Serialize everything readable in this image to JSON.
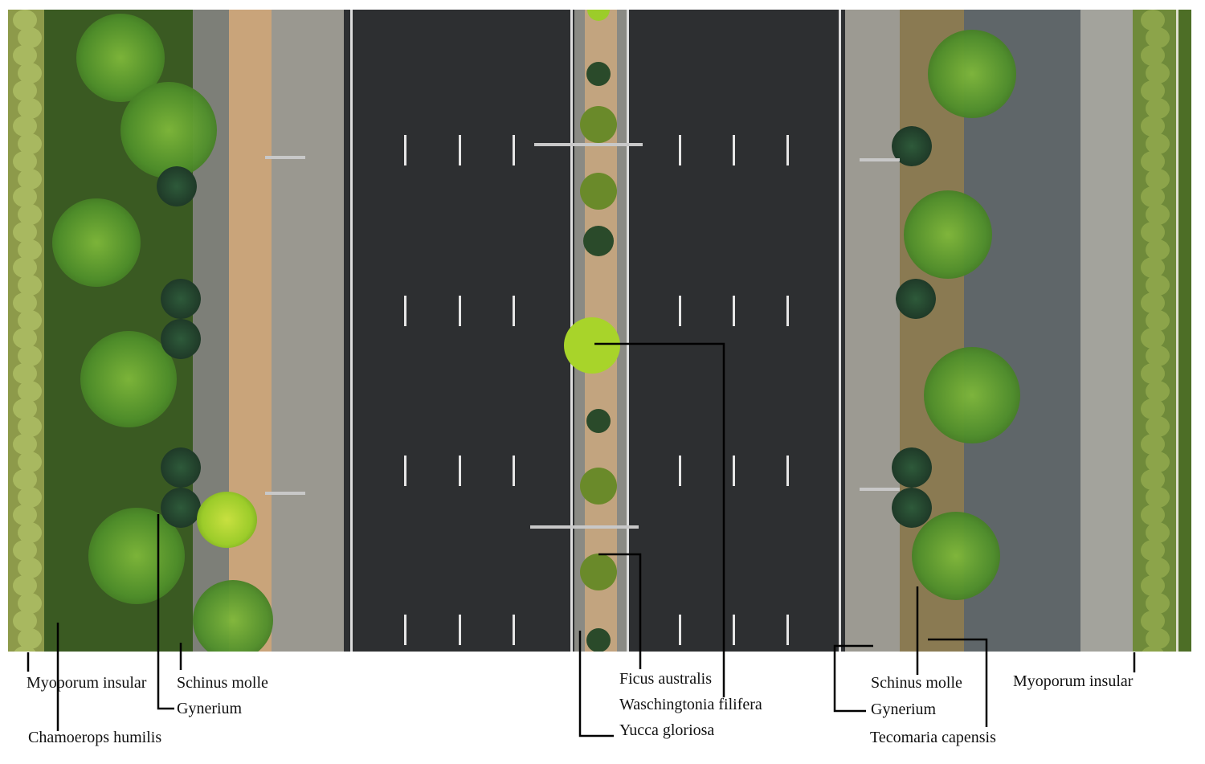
{
  "labels": {
    "left_myoporum": "Myoporum insular",
    "left_schinus": "Schinus molle",
    "left_gynerium": "Gynerium",
    "left_chamaerops": "Chamoerops humilis",
    "ficus": "Ficus australis",
    "washingtonia": "Waschingtonia filifera",
    "yucca": "Yucca gloriosa",
    "right_schinus": "Schinus molle",
    "right_gynerium": "Gynerium",
    "right_tecomaria": "Tecomaria capensis",
    "right_myoporum": "Myoporum insular"
  },
  "colors": {
    "hedge": "#8d9a4a",
    "lawn": "#3a5a22",
    "asphalt": "#2d2f31",
    "path": "#c9a47a",
    "sidewalk": "#9a9890",
    "parking": "#5f6669",
    "tree": "#4f8f2a",
    "tree_light": "#9ccc2a"
  }
}
